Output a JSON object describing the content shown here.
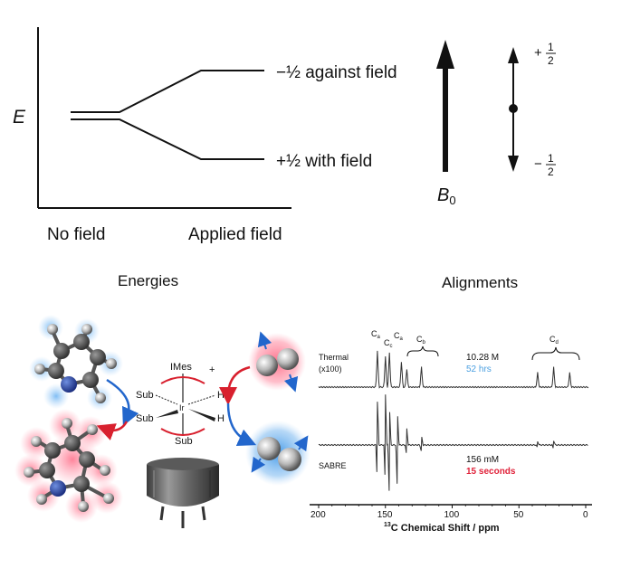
{
  "energy_diagram": {
    "y_axis_label": "E",
    "upper_level_label": "−½  against field",
    "lower_level_label": "+½  with field",
    "x_left_label": "No field",
    "x_right_label": "Applied field"
  },
  "field_diagram": {
    "field_label": "B",
    "field_subscript": "0",
    "top_spin_label": "+",
    "bottom_spin_label": "−",
    "fraction_num": "1",
    "fraction_den": "2"
  },
  "section_titles": {
    "left": "Energies",
    "right": "Alignments"
  },
  "catalyst": {
    "ligand_top": "IMes",
    "charge": "+",
    "sub_left_upper": "Sub",
    "sub_left_lower": "Sub",
    "sub_bottom": "Sub",
    "metal": "Ir",
    "hydride_upper": "H",
    "hydride_lower": "H"
  },
  "spectrum": {
    "thermal_label": "Thermal",
    "thermal_scale": "(x100)",
    "thermal_conc": "10.28 M",
    "thermal_time": "52 hrs",
    "sabre_label": "SABRE",
    "sabre_conc": "156 mM",
    "sabre_time": "15 seconds",
    "peak_labels": [
      "C",
      "C",
      "C",
      "C",
      "C"
    ],
    "peak_subs": [
      "a",
      "c",
      "a",
      "b",
      "d"
    ],
    "xlabel_sup": "13",
    "xlabel": "C Chemical Shift / ppm",
    "ticks": [
      "200",
      "150",
      "100",
      "50",
      "0"
    ],
    "colors": {
      "thermal_time": "#4a9fe0",
      "sabre_time": "#e0223a",
      "hot": "#ff5a7a",
      "cold": "#5fb0f0",
      "arrow_red": "#d8202e",
      "arrow_blue": "#2266cc"
    }
  }
}
